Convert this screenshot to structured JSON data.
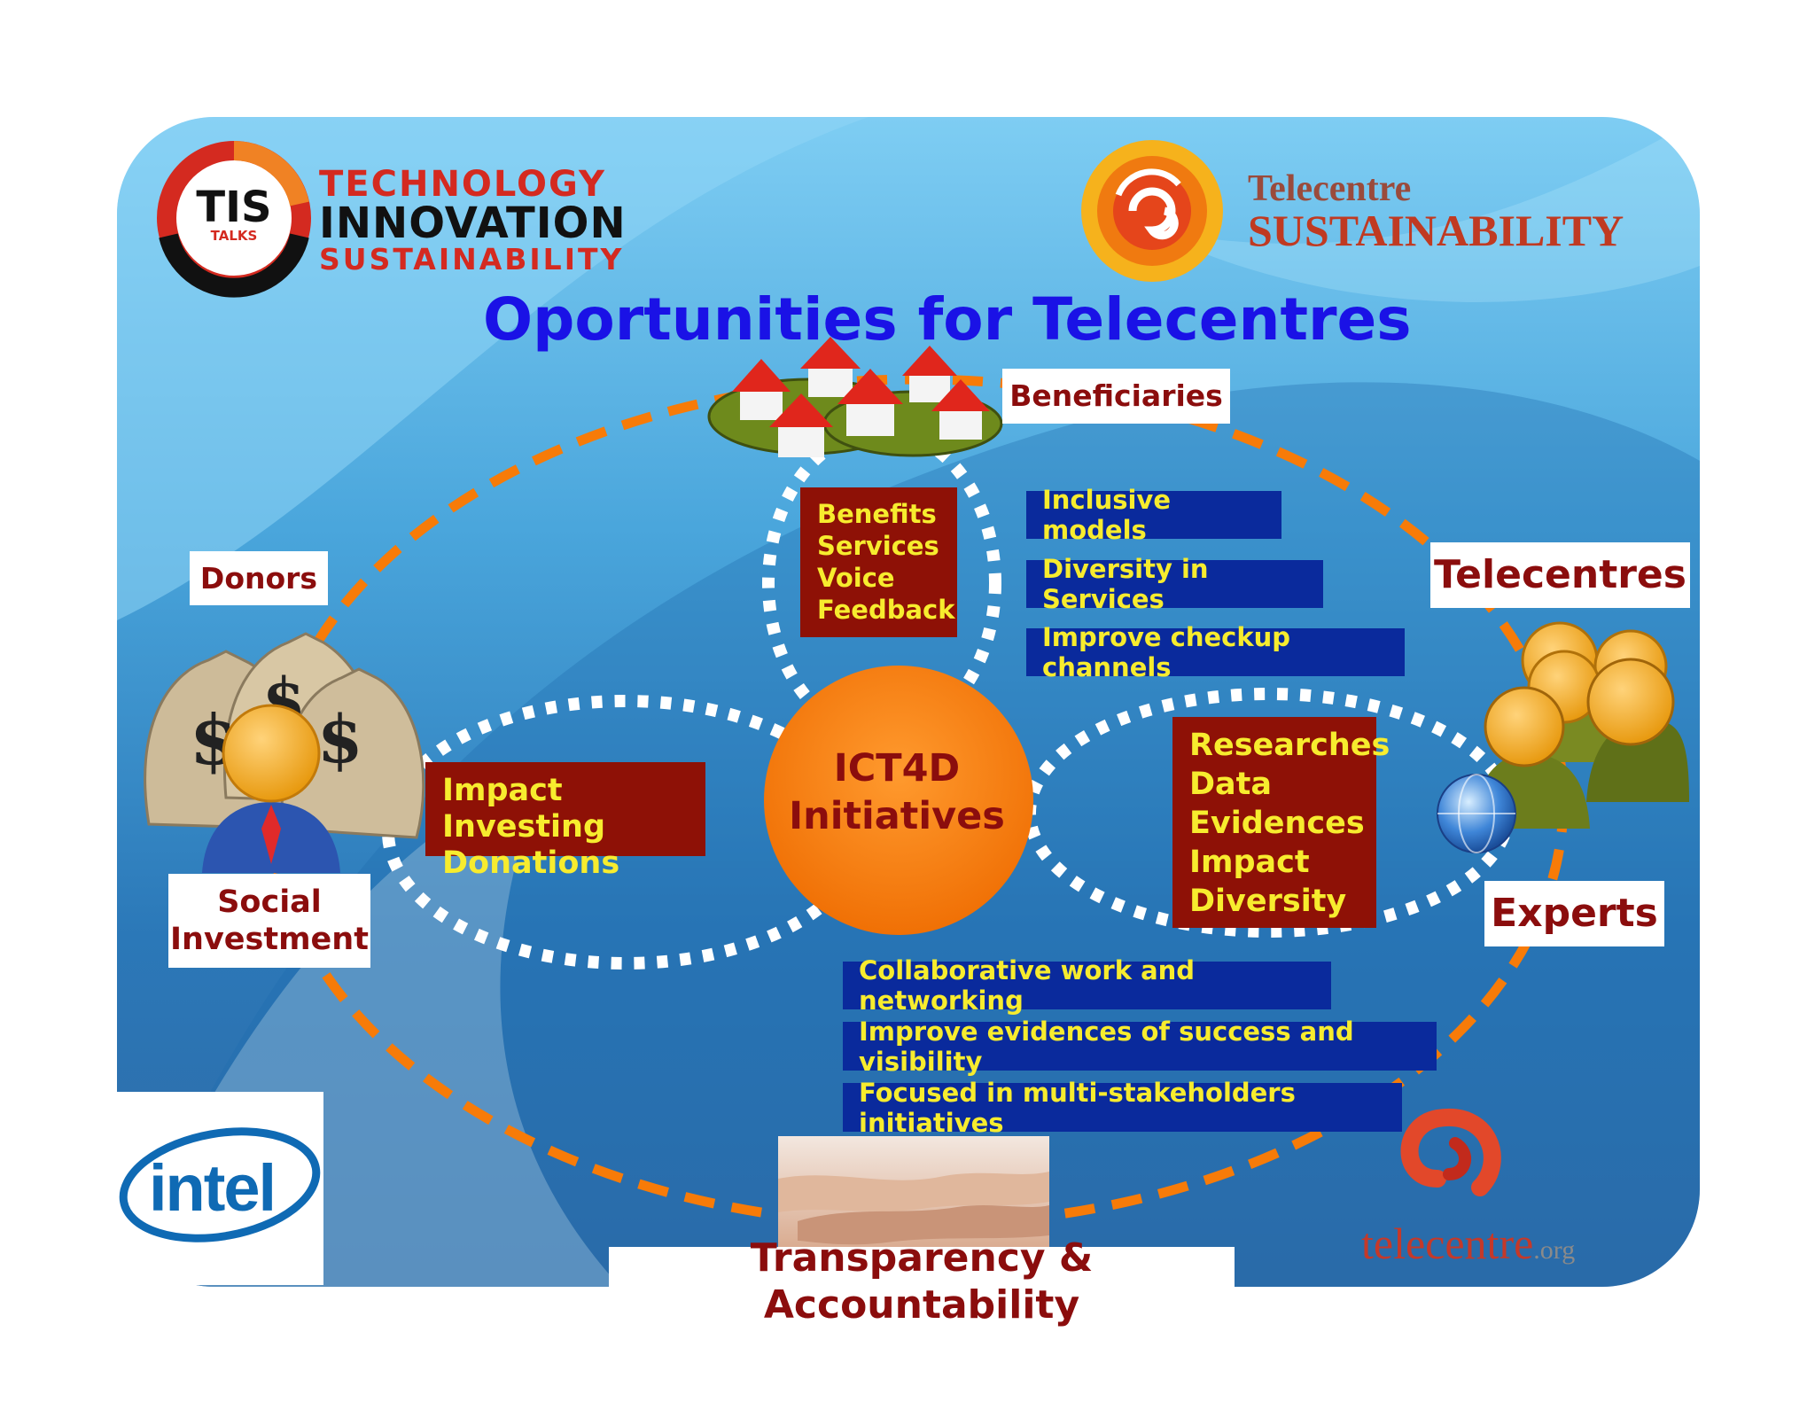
{
  "title": "Oportunities for Telecentres",
  "logos": {
    "tis": {
      "badge": "TIS",
      "sub": "TALKS",
      "line1": "TECHNOLOGY",
      "line2": "INNOVATION",
      "line3": "SUSTAINABILITY"
    },
    "telecentre_sustainability": {
      "line1": "Telecentre",
      "line2": "SUSTAINABILITY"
    },
    "intel": {
      "text": "intel"
    },
    "telecentre_org": {
      "main": "telecentre",
      "suffix": ".org"
    }
  },
  "center": {
    "line1": "ICT4D",
    "line2": "Initiatives"
  },
  "stakeholders": {
    "beneficiaries": "Beneficiaries",
    "donors": "Donors",
    "social_investment": {
      "line1": "Social",
      "line2": "Investment"
    },
    "telecentres": "Telecentres",
    "experts": "Experts",
    "transparency": "Transparency & Accountability"
  },
  "beneficiary_box": [
    "Benefits",
    "Services",
    "Voice",
    "Feedback"
  ],
  "donor_box": [
    "Impact Investing",
    "Donations"
  ],
  "expert_box": [
    "Researches",
    "Data",
    "Evidences",
    "Impact",
    "Diversity"
  ],
  "telecentre_opportunities": [
    "Inclusive models",
    "Diversity in Services",
    "Improve checkup channels"
  ],
  "collaboration_opportunities": [
    "Collaborative work and networking",
    "Improve evidences of success and visibility",
    "Focused in multi-stakeholders initiatives"
  ],
  "colors": {
    "title_blue": "#1a12e6",
    "label_red": "#8b0d0d",
    "box_blue": "#0a2a9c",
    "box_red": "#8e1106",
    "box_text_yellow": "#f7ec2e",
    "center_orange": "#f77b08",
    "dash_orange": "#f77b08",
    "dash_white": "#ffffff"
  }
}
